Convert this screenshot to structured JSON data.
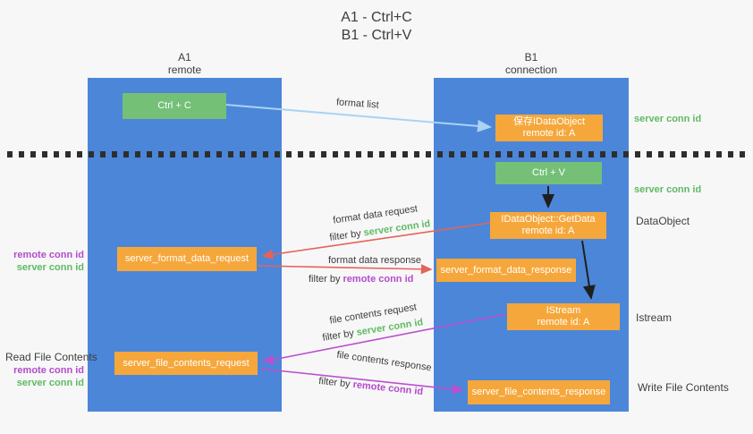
{
  "title": {
    "line1": "A1 - Ctrl+C",
    "line2": "B1 - Ctrl+V"
  },
  "lanes": {
    "a1": {
      "name": "A1",
      "role": "remote"
    },
    "b1": {
      "name": "B1",
      "role": "connection"
    }
  },
  "nodes": {
    "ctrl_c": {
      "label": "Ctrl + C"
    },
    "save_idataobject": {
      "line1": "保存IDataObject",
      "line2": "remote id: A"
    },
    "ctrl_v": {
      "label": "Ctrl + V"
    },
    "idataobject_getdata": {
      "line1": "IDataObject::GetData",
      "line2": "remote id: A"
    },
    "server_format_data_request": {
      "label": "server_format_data_request"
    },
    "server_format_data_response": {
      "label": "server_format_data_response"
    },
    "istream": {
      "line1": "IStream",
      "line2": "remote id: A"
    },
    "server_file_contents_request": {
      "label": "server_file_contents_request"
    },
    "server_file_contents_response": {
      "label": "server_file_contents_response"
    }
  },
  "arrow_labels": {
    "format_list": "format list",
    "format_data_request": "format data request",
    "format_data_response": "format data response",
    "file_contents_request": "file contents request",
    "file_contents_response": "file contents response",
    "filter_by": "filter by ",
    "server_conn_id": "server conn id",
    "remote_conn_id": "remote conn id"
  },
  "side_labels": {
    "server_conn_id": "server conn id",
    "remote_conn_id": "remote conn id",
    "dataobject": "DataObject",
    "istream": "Istream",
    "read_file_contents": "Read File Contents",
    "write_file_contents": "Write File Contents"
  },
  "colors": {
    "lane_blue": "#4c86d8",
    "green_box": "#74c077",
    "orange_box": "#f6a73b",
    "green_text": "#5fba63",
    "purple_text": "#b44bcc",
    "red_arrow": "#e4635a",
    "purple_arrow": "#bb4fd0",
    "blue_arrow": "#a9d2f3",
    "black_arrow": "#1f1f1f"
  }
}
